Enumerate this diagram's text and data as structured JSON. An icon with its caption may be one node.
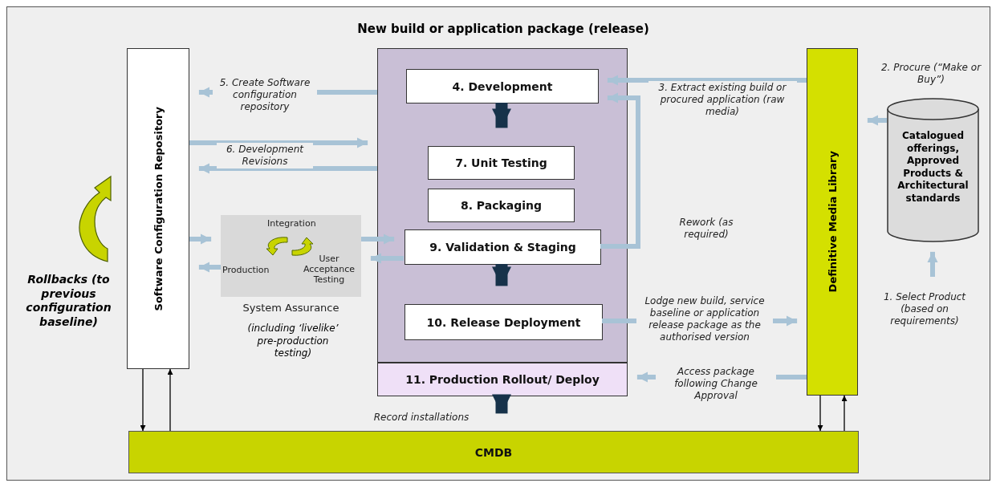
{
  "diagram": {
    "nodes": [
      {
        "text": [
          "Software Configuration Repository"
        ]
      },
      {
        "text": [
          "New build or application package (release)"
        ]
      },
      {
        "text": [
          "4. Development"
        ],
        "in": 1
      },
      {
        "text": [
          "7. Unit Testing"
        ],
        "in": 1
      },
      {
        "text": [
          "8. Packaging"
        ],
        "in": 1
      },
      {
        "text": [
          "9. Validation & Staging"
        ],
        "in": 1
      },
      {
        "text": [
          "10. Release Deployment"
        ],
        "in": 1
      },
      {
        "text": [
          "11. Production Rollout/ Deploy"
        ]
      },
      {
        "text": [
          "Definitive Media Library"
        ]
      },
      {
        "text": [
          "Catalogued offerings, Approved Products & Architectural standards"
        ]
      },
      {
        "text": [
          "CMDB"
        ]
      },
      {
        "text": [
          "Integration",
          "Production",
          "User Acceptance Testing",
          "System Assurance"
        ],
        "beside": [
          "(including ‘livelike’ pre-production testing)"
        ]
      }
    ],
    "edges": [
      {
        "from": 1,
        "to": 0,
        "arrow": "to",
        "label": "5. Create Software configuration repository"
      },
      {
        "from": 0,
        "to": 1,
        "arrow": "to",
        "label": "6. Development Revisions"
      },
      {
        "from": 1,
        "to": 0,
        "arrow": "to"
      },
      {
        "from": 0,
        "to": 11,
        "arrow": "to"
      },
      {
        "from": 11,
        "to": 0,
        "arrow": "to"
      },
      {
        "from": 11,
        "to": 5,
        "arrow": "to"
      },
      {
        "from": 5,
        "to": 11,
        "arrow": "to"
      },
      {
        "from": 2,
        "to": 3,
        "arrow": "to",
        "style": "thick",
        "color": "#17324a"
      },
      {
        "from": 5,
        "to": 6,
        "arrow": "to",
        "style": "thick",
        "color": "#17324a"
      },
      {
        "from": 8,
        "to": 2,
        "arrow": "to",
        "label": "3. Extract existing build or procured application (raw media)"
      },
      {
        "from": 9,
        "to": 8,
        "arrow": "to",
        "label": "2. Procure (“Make or Buy”)"
      },
      {
        "from": null,
        "to": 9,
        "arrow": "to",
        "label": "1. Select Product (based on requirements)"
      },
      {
        "from": 5,
        "to": 2,
        "arrow": "to",
        "label": "Rework (as required)"
      },
      {
        "from": 6,
        "to": 8,
        "arrow": "to",
        "label": "Lodge new build, service baseline or application release package as the authorised version"
      },
      {
        "from": 8,
        "to": 7,
        "arrow": "to",
        "label": "Access package following Change Approval"
      },
      {
        "from": 7,
        "to": 10,
        "arrow": "to",
        "label": "Record installations",
        "style": "thick",
        "color": "#17324a"
      },
      {
        "from": 0,
        "to": 10,
        "arrow": "to",
        "color": "#000000"
      },
      {
        "from": 10,
        "to": 0,
        "arrow": "to",
        "color": "#000000"
      },
      {
        "from": 8,
        "to": 10,
        "arrow": "to",
        "color": "#000000"
      },
      {
        "from": 10,
        "to": 8,
        "arrow": "to",
        "color": "#000000"
      }
    ],
    "labels": [
      "Rollbacks (to previous configuration baseline)"
    ]
  }
}
